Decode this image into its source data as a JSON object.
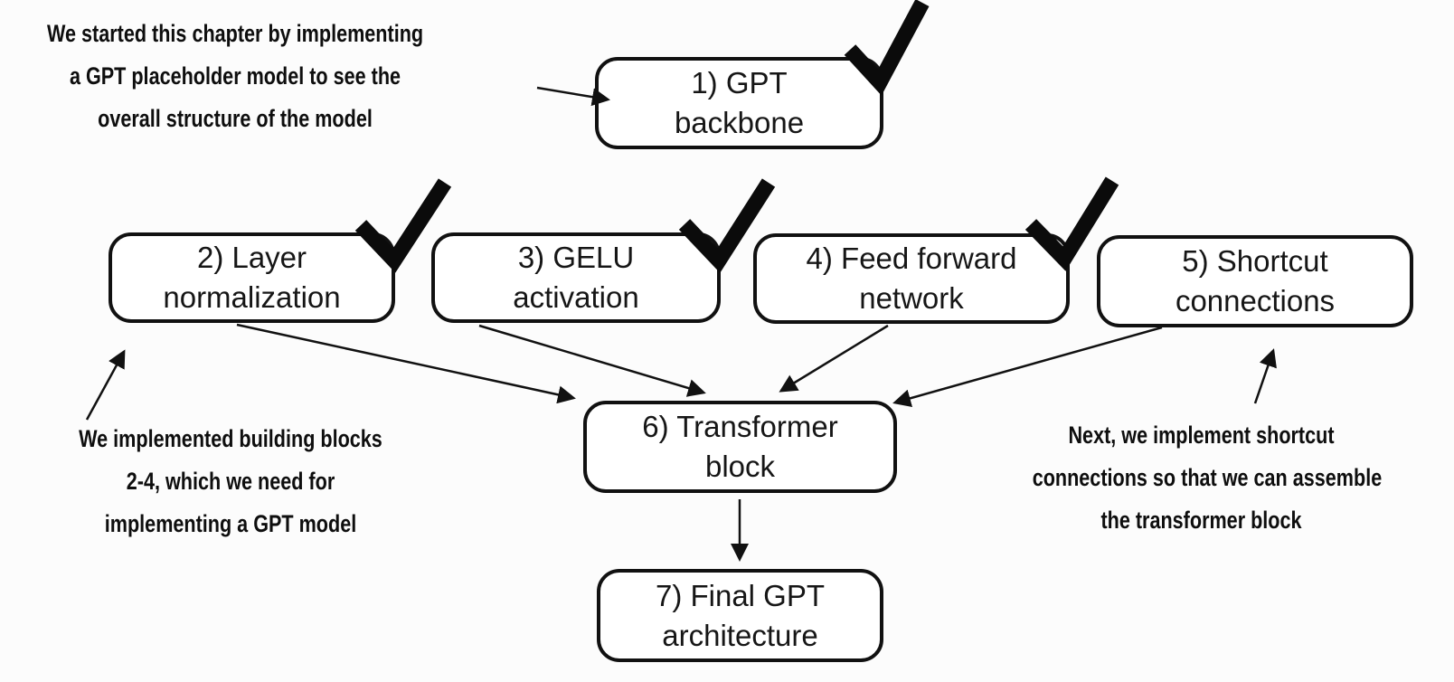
{
  "figure": {
    "bg_color": "#fcfcfc",
    "ink_color": "#111111",
    "node_fill_color": "#ffffff"
  },
  "icons": {
    "checkmark": "✓",
    "arrowhead": "→"
  },
  "annotations": {
    "top_left": {
      "lines": [
        "We started this chapter by implementing",
        "a GPT placeholder model to see the",
        "overall structure of the model"
      ]
    },
    "bottom_left": {
      "lines": [
        "We implemented building blocks",
        "2-4, which we need for",
        "implementing a GPT model"
      ]
    },
    "bottom_right": {
      "lines": [
        "Next, we implement shortcut",
        "connections so that we can assemble",
        "the transformer block"
      ]
    }
  },
  "nodes": [
    {
      "label_lines": [
        "1) GPT",
        "backbone"
      ],
      "checked": true
    },
    {
      "label_lines": [
        "2) Layer",
        "normalization"
      ],
      "checked": true
    },
    {
      "label_lines": [
        "3) GELU",
        "activation"
      ],
      "checked": true
    },
    {
      "label_lines": [
        "4) Feed forward",
        "network"
      ],
      "checked": true
    },
    {
      "label_lines": [
        "5) Shortcut",
        "connections"
      ],
      "checked": false
    },
    {
      "label_lines": [
        "6) Transformer",
        "block"
      ],
      "checked": false
    },
    {
      "label_lines": [
        "7) Final GPT",
        "architecture"
      ],
      "checked": false
    }
  ]
}
